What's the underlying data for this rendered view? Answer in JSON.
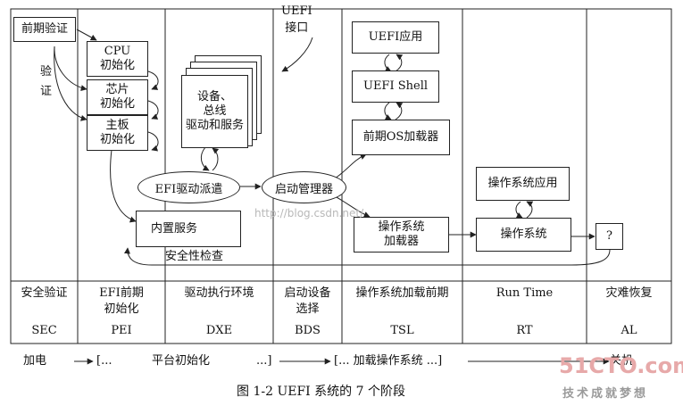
{
  "boxes": {
    "early_verify": "前期验证",
    "verify_side": "验\n证",
    "cpu_init": "CPU\n初始化",
    "chip_init": "芯片\n初始化",
    "board_init": "主板\n初始化",
    "device_drivers": "设备、\n总线\n驱动和服务",
    "efi_dispatch": "EFI驱动派遣",
    "boot_manager": "启动管理器",
    "builtin_services": "内置服务",
    "security_check": "安全性检查",
    "uefi_interface": "UEFI\n接口",
    "uefi_app": "UEFI应用",
    "uefi_shell": "UEFI Shell",
    "early_os_loader": "前期OS加载器",
    "os_loader": "操作系统\n加载器",
    "os_app": "操作系统应用",
    "os": "操作系统",
    "unknown": "?"
  },
  "phases": [
    {
      "name": "安全验证",
      "code": "SEC"
    },
    {
      "name": "EFI前期\n初始化",
      "code": "PEI"
    },
    {
      "name": "驱动执行环境",
      "code": "DXE"
    },
    {
      "name": "启动设备\n选择",
      "code": "BDS"
    },
    {
      "name": "操作系统加载前期",
      "code": "TSL"
    },
    {
      "name": "Run Time",
      "code": "RT"
    },
    {
      "name": "灾难恢复",
      "code": "AL"
    }
  ],
  "timeline": {
    "power_on": "加电",
    "bracket1_open": "[...",
    "platform_init": "平台初始化",
    "bracket1_close": "...]",
    "bracket2": "[... 加载操作系统 ...]",
    "shutdown": "关机"
  },
  "caption": "图 1-2   UEFI 系统的 7 个阶段",
  "watermarks": {
    "blog_url": "http://blog.csdn.net/",
    "site_logo": "51CTO.com",
    "site_slogan": "技术成就梦想"
  }
}
